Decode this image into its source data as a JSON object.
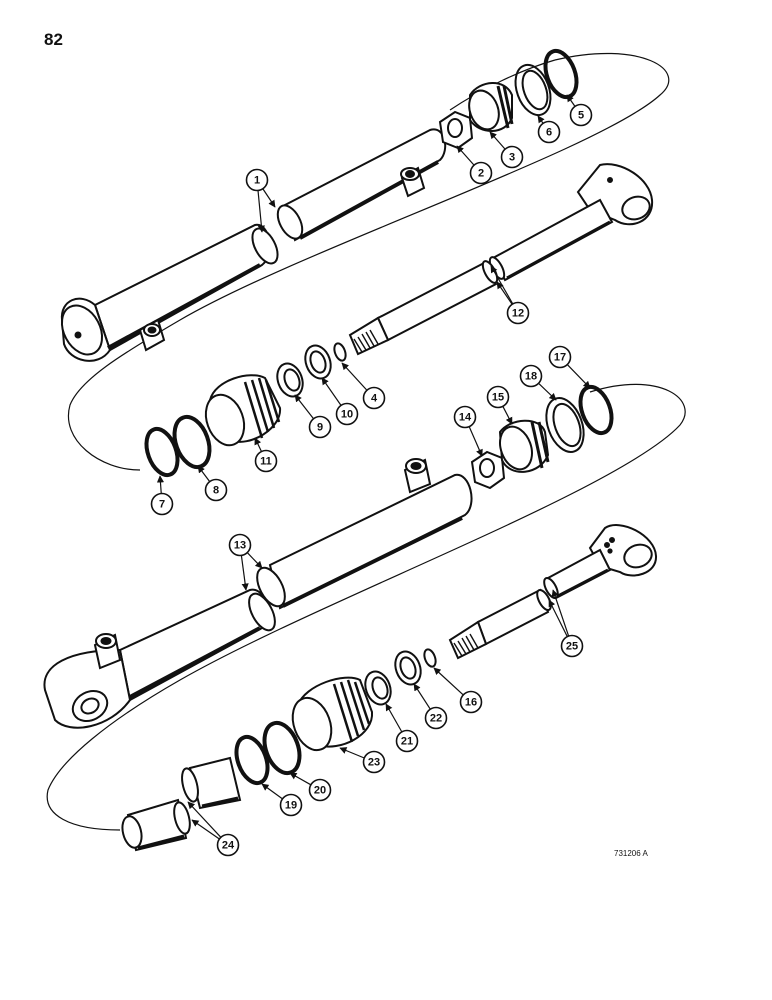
{
  "page_number": "82",
  "reference_code": "731206 A",
  "colors": {
    "line": "#111111",
    "fill": "#ffffff",
    "highlight": "#111111"
  },
  "callouts": [
    "1",
    "2",
    "3",
    "4",
    "5",
    "6",
    "7",
    "8",
    "9",
    "10",
    "11",
    "12",
    "13",
    "14",
    "15",
    "16",
    "17",
    "18",
    "19",
    "20",
    "21",
    "22",
    "23",
    "24",
    "25"
  ]
}
